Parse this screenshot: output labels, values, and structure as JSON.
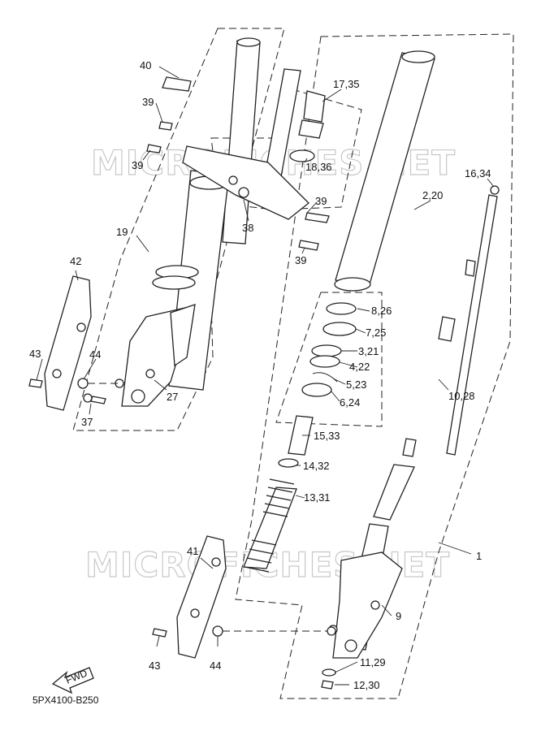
{
  "diagram": {
    "code": "5PX4100-B250",
    "watermark": "MICROFICHES.NET",
    "fwd_label": "FWD",
    "labels": {
      "p1": "1",
      "p2_20": "2,20",
      "p3_21": "3,21",
      "p4_22": "4,22",
      "p5_23": "5,23",
      "p6_24": "6,24",
      "p7_25": "7,25",
      "p8_26": "8,26",
      "p9": "9",
      "p10_28": "10,28",
      "p11_29": "11,29",
      "p12_30": "12,30",
      "p13_31": "13,31",
      "p14_32": "14,32",
      "p15_33": "15,33",
      "p16_34": "16,34",
      "p17_35": "17,35",
      "p18_36": "18,36",
      "p19": "19",
      "p27": "27",
      "p37": "37",
      "p38": "38",
      "p39": "39",
      "p40": "40",
      "p41": "41",
      "p42": "42",
      "p43": "43",
      "p44": "44"
    }
  }
}
